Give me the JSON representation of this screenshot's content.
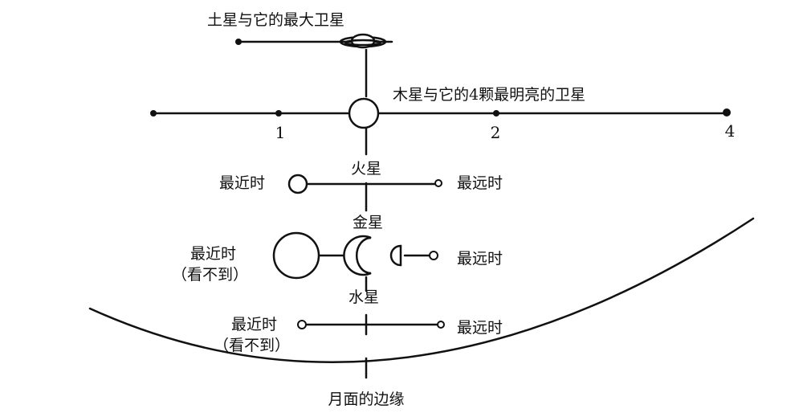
{
  "labels": {
    "saturn": "土星与它的最大卫星",
    "jupiter": "木星与它的4颗最明亮的卫星",
    "mars": "火星",
    "venus": "金星",
    "mercury": "水星",
    "moon_edge": "月面的边缘",
    "nearest": "最近时",
    "farthest": "最远时",
    "not_visible": "（看不到）"
  },
  "jupiter_moon_numbers": [
    "1",
    "2",
    "4"
  ],
  "colors": {
    "ink": "#111111",
    "background": "#ffffff"
  }
}
